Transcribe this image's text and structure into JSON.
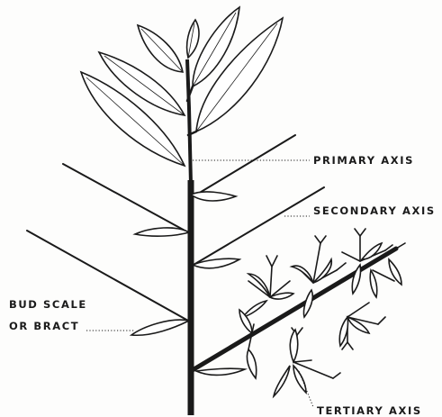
{
  "labels": {
    "primary_axis": "PRIMARY AXIS",
    "secondary_axis": "SECONDARY AXIS",
    "bud_scale_line1": "BUD SCALE",
    "bud_scale_line2": "OR BRACT",
    "tertiary_axis": "TERTIARY AXIS"
  }
}
